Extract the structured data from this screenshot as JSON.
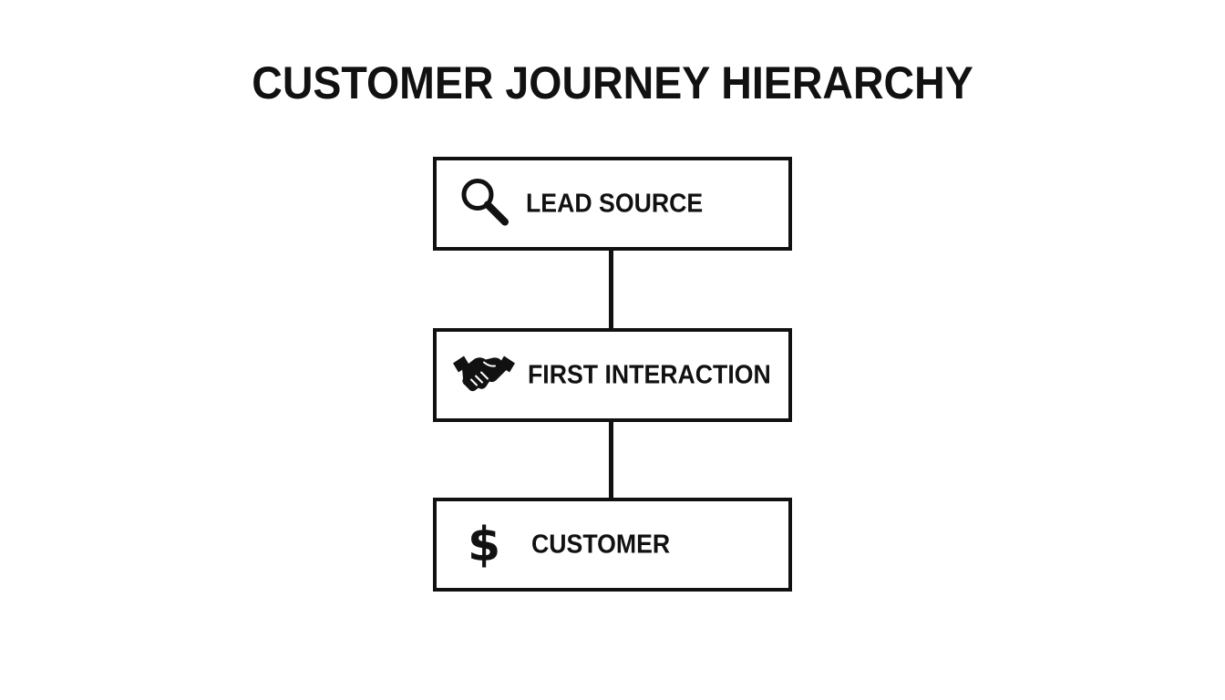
{
  "title": "CUSTOMER JOURNEY HIERARCHY",
  "nodes": [
    {
      "label": "LEAD SOURCE",
      "icon": "magnifier-icon"
    },
    {
      "label": "FIRST INTERACTION",
      "icon": "handshake-icon"
    },
    {
      "label": "CUSTOMER",
      "icon": "dollar-sign-icon",
      "glyph": "$"
    }
  ],
  "colors": {
    "stroke": "#111111",
    "background": "#ffffff"
  }
}
